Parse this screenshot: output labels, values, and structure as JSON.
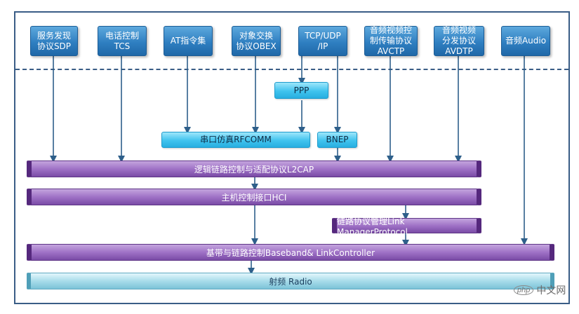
{
  "diagram": {
    "protocols": [
      {
        "id": "sdp",
        "label": "服务发现\n协议SDP"
      },
      {
        "id": "tcs",
        "label": "电话控制\nTCS"
      },
      {
        "id": "at",
        "label": "AT指令集"
      },
      {
        "id": "obex",
        "label": "对象交换\n协议OBEX"
      },
      {
        "id": "tcpip",
        "label": "TCP/UDP\n/IP"
      },
      {
        "id": "avctp",
        "label": "音频视频控\n制传输协议\nAVCTP"
      },
      {
        "id": "avdtp",
        "label": "音频视频\n分发协议\nAVDTP"
      },
      {
        "id": "audio",
        "label": "音频Audio"
      }
    ],
    "ppp": "PPP",
    "rfcomm": "串口仿真RFCOMM",
    "bnep": "BNEP",
    "l2cap": "逻辑链路控制与适配协议L2CAP",
    "hci": "主机控制接口HCI",
    "lmp": "链路协议管理Link  ManagerProtocol",
    "baseband": "基带与链路控制Baseband&  LinkController",
    "radio": "射频  Radio"
  },
  "watermark": {
    "logo": "php",
    "text": "中文网"
  }
}
